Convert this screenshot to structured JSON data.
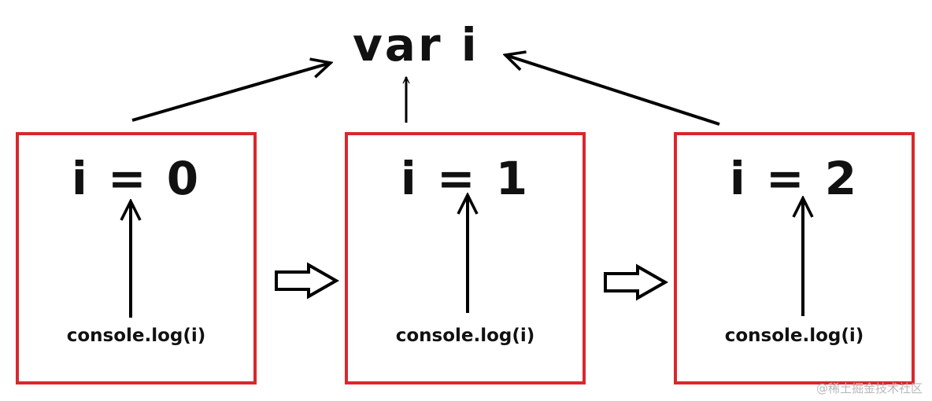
{
  "title": "var  i",
  "blocks": [
    {
      "label": "i = 0",
      "log": "console.log(i)"
    },
    {
      "label": "i = 1",
      "log": "console.log(i)"
    },
    {
      "label": "i = 2",
      "log": "console.log(i)"
    }
  ],
  "watermark": "@稀土掘金技术社区",
  "colors": {
    "box_border": "#d8282d",
    "ink": "#111111"
  }
}
